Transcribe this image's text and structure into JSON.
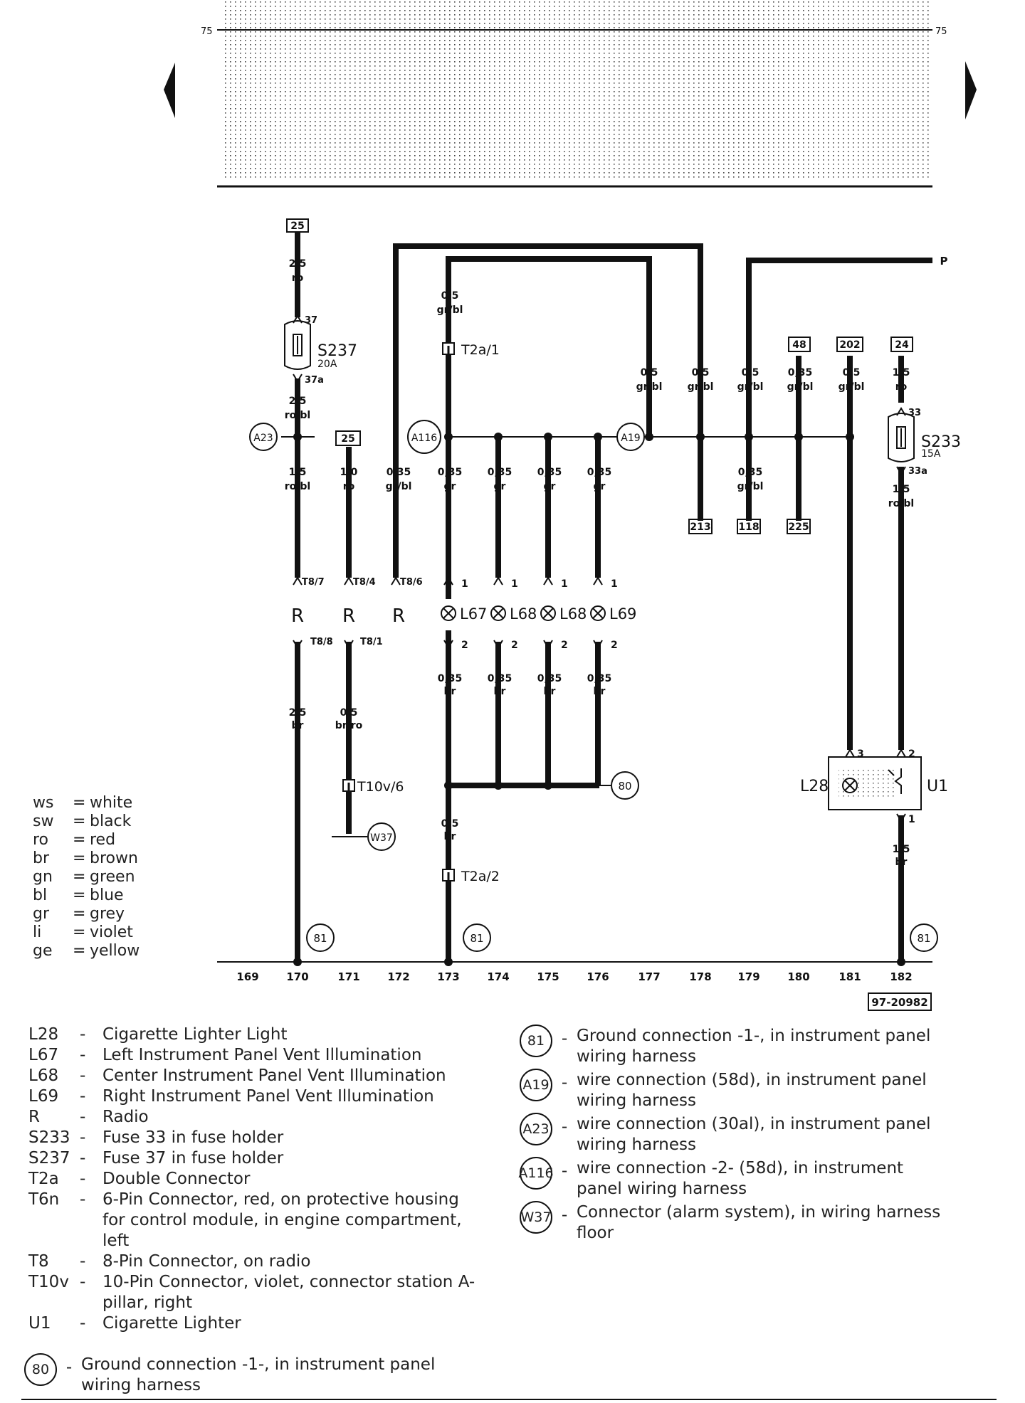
{
  "header": {
    "left_marker": "75",
    "right_marker": "75"
  },
  "nav": {
    "prev": "previous-page",
    "next": "next-page"
  },
  "diagram_id": "97-20982",
  "columns": [
    "169",
    "170",
    "171",
    "172",
    "173",
    "174",
    "175",
    "176",
    "177",
    "178",
    "179",
    "180",
    "181",
    "182"
  ],
  "top_refs": {
    "r25a": "25",
    "r25b": "25",
    "r48": "48",
    "r202": "202",
    "r24": "24",
    "p": "P"
  },
  "bottom_refs": {
    "b213": "213",
    "b118": "118",
    "b225": "225"
  },
  "fuses": {
    "s237": {
      "name": "S237",
      "amp": "20A",
      "in": "37",
      "out": "37a"
    },
    "s233": {
      "name": "S233",
      "amp": "15A",
      "in": "33",
      "out": "33a"
    }
  },
  "connectors": {
    "t2a1": "T2a/1",
    "t2a2": "T2a/2",
    "t10v6": "T10v/6",
    "t87": "T8/7",
    "t84": "T8/4",
    "t86": "T8/6",
    "t88": "T8/8",
    "t81": "T8/1"
  },
  "pins": {
    "one": "1",
    "two": "2",
    "three": "3"
  },
  "radio_label": "R",
  "lamps": {
    "l67": "L67",
    "l68a": "L68",
    "l68b": "L68",
    "l69": "L69",
    "l28": "L28",
    "u1": "U1"
  },
  "circles": {
    "a23": "A23",
    "a116": "A116",
    "a19": "A19",
    "w37": "W37",
    "g80": "80",
    "g81": "81"
  },
  "wires": {
    "w170_top_size": "2,5",
    "w170_top_col": "ro",
    "w170_mid_size": "2,5",
    "w170_mid_col": "ro/bl",
    "w170_lo_size": "1,5",
    "w170_lo_col": "ro/bl",
    "w170_bot_size": "2,5",
    "w170_bot_col": "br",
    "w171_size": "1,0",
    "w171_col": "ro",
    "w171_bot_size": "0,5",
    "w171_bot_col": "br/ro",
    "w172_size": "0,35",
    "w172_col": "gr/bl",
    "w173_top_size": "0,5",
    "w173_top_col": "gr/bl",
    "gr_size": "0,35",
    "gr_col": "gr",
    "br_size": "0,35",
    "br_col": "br",
    "w173_bot_size": "0,5",
    "w173_bot_col": "br",
    "w177_size": "0,5",
    "w177_col": "gr/bl",
    "w178_size": "0,5",
    "w178_col": "gr/bl",
    "w179_size": "0,5",
    "w179_col": "gr/bl",
    "w179_lo_size": "0,35",
    "w179_lo_col": "gr/bl",
    "w180_size": "0,35",
    "w180_col": "gr/bl",
    "w181_size": "0,5",
    "w181_col": "gr/bl",
    "w182_top_size": "1,5",
    "w182_top_col": "ro",
    "w182_mid_size": "1,5",
    "w182_mid_col": "ro/bl",
    "w182_bot_size": "1,5",
    "w182_bot_col": "br"
  },
  "color_legend": [
    {
      "code": "ws",
      "name": "white"
    },
    {
      "code": "sw",
      "name": "black"
    },
    {
      "code": "ro",
      "name": "red"
    },
    {
      "code": "br",
      "name": "brown"
    },
    {
      "code": "gn",
      "name": "green"
    },
    {
      "code": "bl",
      "name": "blue"
    },
    {
      "code": "gr",
      "name": "grey"
    },
    {
      "code": "li",
      "name": "violet"
    },
    {
      "code": "ge",
      "name": "yellow"
    }
  ],
  "components": [
    {
      "code": "L28",
      "text": "Cigarette Lighter Light"
    },
    {
      "code": "L67",
      "text": "Left Instrument Panel Vent Illumination"
    },
    {
      "code": "L68",
      "text": "Center Instrument Panel Vent Illumination"
    },
    {
      "code": "L69",
      "text": "Right Instrument Panel Vent Illumination"
    },
    {
      "code": "R",
      "text": "Radio"
    },
    {
      "code": "S233",
      "text": "Fuse 33 in fuse holder"
    },
    {
      "code": "S237",
      "text": "Fuse 37 in fuse holder"
    },
    {
      "code": "T2a",
      "text": "Double Connector"
    },
    {
      "code": "T6n",
      "text": "6-Pin Connector, red, on protective housing for control module, in engine compartment, left"
    },
    {
      "code": "T8",
      "text": "8-Pin Connector, on radio"
    },
    {
      "code": "T10v",
      "text": "10-Pin Connector, violet, connector station A-pillar, right"
    },
    {
      "code": "U1",
      "text": "Cigarette Lighter"
    }
  ],
  "ground_80": {
    "code": "80",
    "text": "Ground connection -1-, in instrument panel wiring harness"
  },
  "connections": [
    {
      "code": "81",
      "text": "Ground connection -1-, in instrument panel wiring harness"
    },
    {
      "code": "A19",
      "text": "wire connection (58d), in instrument panel wiring harness"
    },
    {
      "code": "A23",
      "text": "wire connection (30al), in instrument panel wiring harness"
    },
    {
      "code": "A116",
      "text": "wire connection -2- (58d), in instrument panel wiring harness"
    },
    {
      "code": "W37",
      "text": "Connector (alarm system), in wiring harness floor"
    }
  ]
}
